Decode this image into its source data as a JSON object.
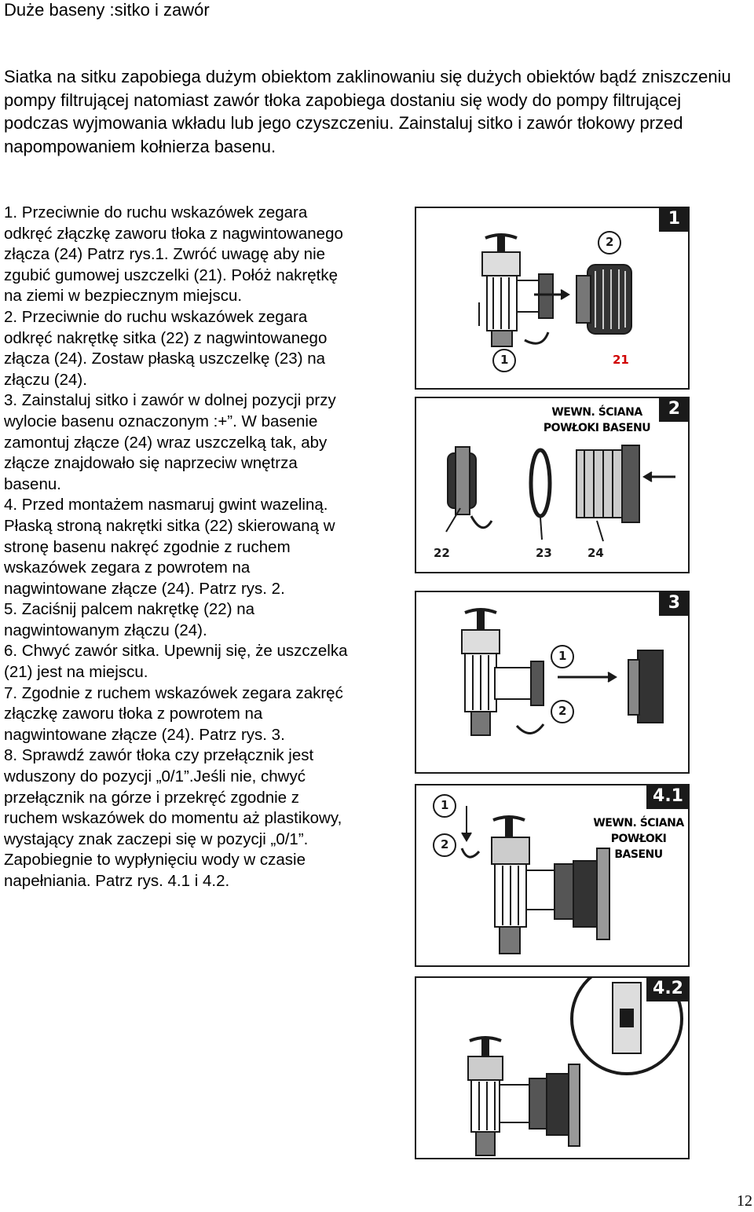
{
  "page": {
    "title": "Duże baseny :sitko i zawór",
    "number": "12"
  },
  "intro": "Siatka na sitku zapobiega dużym obiektom zaklinowaniu się dużych obiektów bądź zniszczeniu pompy filtrującej natomiast zawór tłoka zapobiega dostaniu się wody do pompy filtrującej podczas wyjmowania wkładu lub jego czyszczeniu. Zainstaluj sitko i zawór tłokowy przed napompowaniem kołnierza basenu.",
  "steps": [
    "1. Przeciwnie do ruchu wskazówek zegara odkręć złączkę zaworu tłoka z nagwintowanego złącza (24) Patrz rys.1. Zwróć uwagę aby nie zgubić gumowej uszczelki (21). Połóż nakrętkę na ziemi w bezpiecznym miejscu.",
    "2. Przeciwnie do ruchu wskazówek zegara odkręć nakrętkę sitka (22) z nagwintowanego złącza (24). Zostaw płaską uszczelkę (23) na złączu (24).",
    "3. Zainstaluj sitko i zawór w dolnej pozycji przy wylocie basenu oznaczonym :+”. W basenie zamontuj złącze (24) wraz uszczelką tak, aby złącze znajdowało się naprzeciw wnętrza basenu.",
    "4. Przed montażem nasmaruj gwint wazeliną.",
    "Płaską stroną nakrętki sitka (22) skierowaną w stronę basenu nakręć zgodnie z ruchem wskazówek zegara z powrotem na nagwintowane złącze (24). Patrz rys. 2.",
    "5. Zaciśnij palcem nakrętkę (22) na nagwintowanym złączu (24).",
    "6. Chwyć zawór sitka. Upewnij się, że uszczelka (21) jest na miejscu.",
    "7. Zgodnie z ruchem wskazówek zegara zakręć złączkę zaworu tłoka z powrotem na nagwintowane złącze (24). Patrz rys. 3.",
    "8. Sprawdź zawór tłoka czy przełącznik jest wduszony do pozycji „0/1”.Jeśli nie, chwyć przełącznik na górze i przekręć zgodnie z ruchem wskazówek do momentu aż plastikowy, wystający znak zaczepi się w pozycji „0/1”. Zapobiegnie to wypłynięciu wody w czasie napełniania. Patrz rys. 4.1 i 4.2."
  ],
  "figures": {
    "fig1": {
      "badge": "1",
      "callout_1": "1",
      "callout_2": "2",
      "part_21": "21"
    },
    "fig2": {
      "badge": "2",
      "wall_label": "WEWN. ŚCIANA POWŁOKI BASENU",
      "part_22": "22",
      "part_23": "23",
      "part_24": "24"
    },
    "fig3": {
      "badge": "3",
      "callout_1": "1",
      "callout_2": "2"
    },
    "fig41": {
      "badge": "4.1",
      "callout_1": "1",
      "callout_2": "2",
      "wall_line1": "WEWN. ŚCIANA",
      "wall_line2": "POWŁOKI",
      "wall_line3": "BASENU"
    },
    "fig42": {
      "badge": "4.2"
    }
  },
  "colors": {
    "ink": "#1a1a1a",
    "accent_red": "#d00000"
  }
}
